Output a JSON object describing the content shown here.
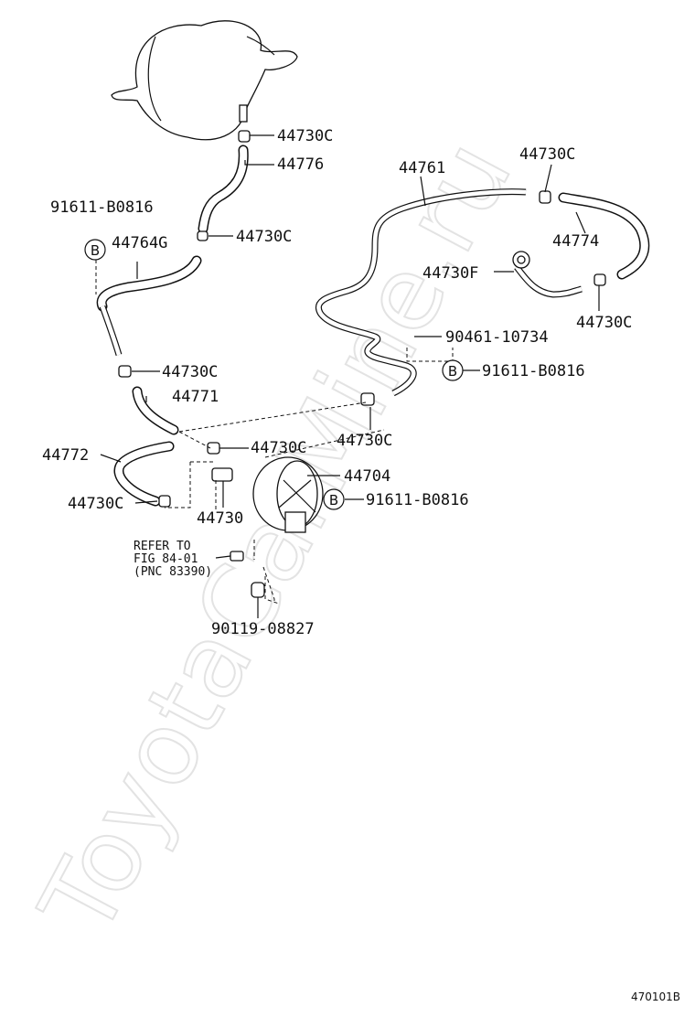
{
  "watermark": "ToyotaCarMine.ru",
  "diagram_code": "470101B",
  "labels": {
    "p44730c_top": "44730C",
    "p44776": "44776",
    "p91611_left": "91611-B0816",
    "b_left": "B",
    "p44764g": "44764G",
    "p44730c_mid_left": "44730C",
    "p44761": "44761",
    "p44730c_top_right": "44730C",
    "p44774": "44774",
    "p44730f": "44730F",
    "p44730c_right": "44730C",
    "p90461": "90461-10734",
    "b_right": "B",
    "p91611_right": "91611-B0816",
    "p44730c_left2": "44730C",
    "p44771": "44771",
    "p44730c_center": "44730C",
    "p44730c_center_right": "44730C",
    "p44772": "44772",
    "p44704": "44704",
    "b_center": "B",
    "p91611_center": "91611-B0816",
    "p44730c_bottom_left": "44730C",
    "p44730": "44730",
    "refer_line1": "REFER TO",
    "refer_line2": "FIG 84-01",
    "refer_line3": "(PNC 83390)",
    "p90119": "90119-08827"
  }
}
